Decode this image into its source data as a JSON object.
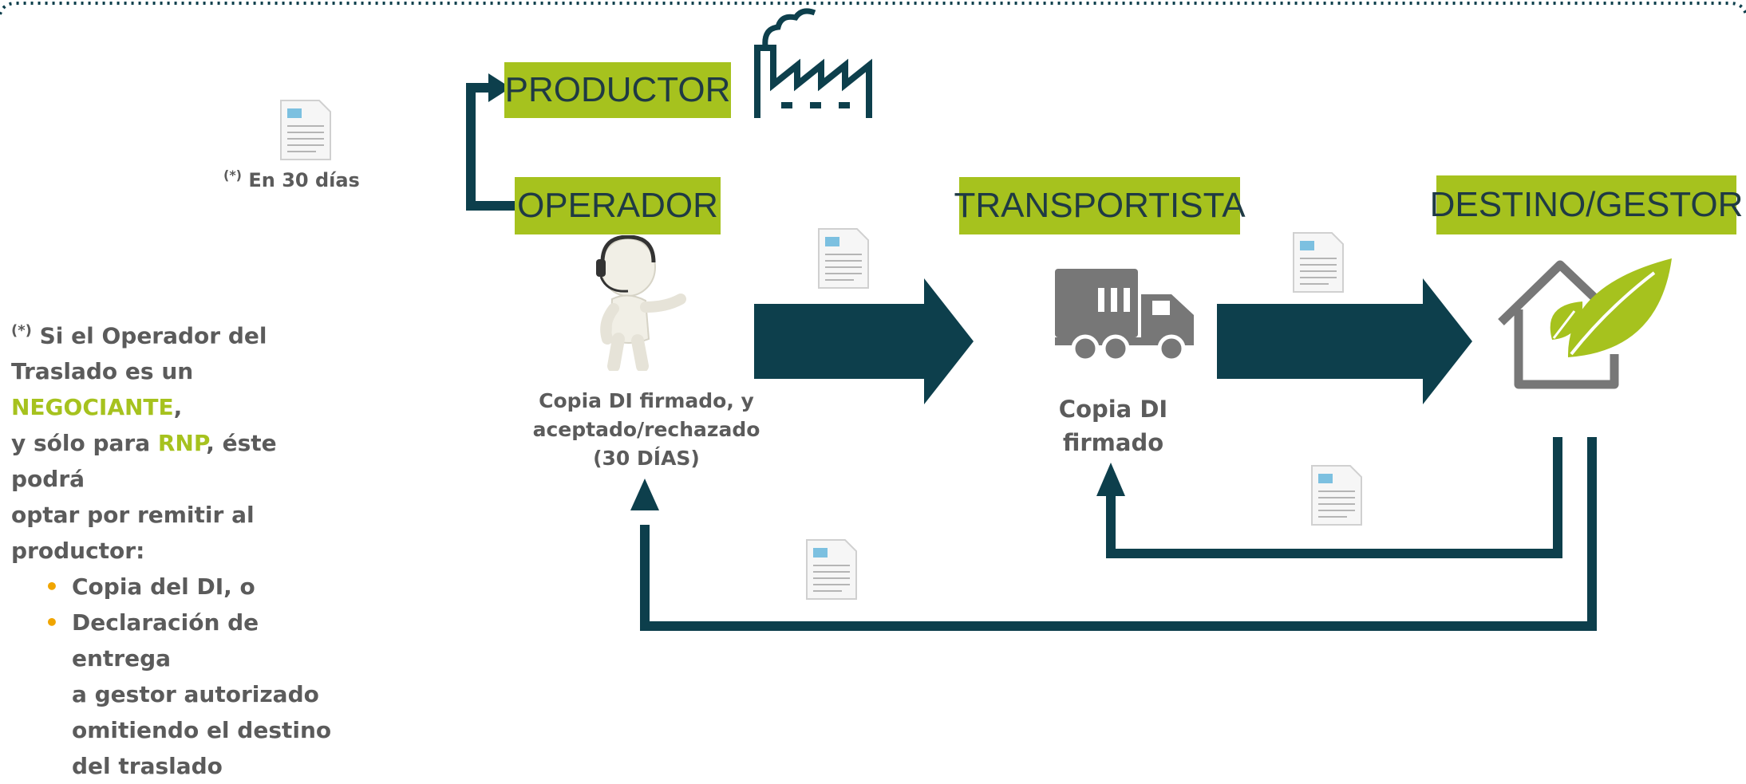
{
  "boxes": {
    "productor": "PRODUCTOR",
    "operador": "OPERADOR",
    "transportista": "TRANSPORTISTA",
    "destino": "DESTINO/GESTOR"
  },
  "labels": {
    "operador_copy_line1": "Copia DI firmado, y",
    "operador_copy_line2": "aceptado/rechazado",
    "operador_copy_line3": "(30 DÍAS)",
    "transport_copy_line1": "Copia DI",
    "transport_copy_line2": "firmado"
  },
  "deadline": {
    "marker": "(*)",
    "text": "En 30 días"
  },
  "note": {
    "marker": "(*)",
    "line1": "Si el Operador del",
    "line2_pre": "Traslado es un ",
    "line2_hl": "NEGOCIANTE",
    "line2_post": ",",
    "line3_pre": "y sólo para ",
    "line3_hl": "RNP",
    "line3_post": ", éste podrá",
    "line4": "optar por remitir al",
    "line5": "productor:",
    "bullets": [
      "Copia del DI, o",
      "Declaración de entrega",
      "a gestor autorizado",
      "omitiendo el destino",
      "del traslado"
    ]
  },
  "colors": {
    "box_fill": "#a6c21e",
    "arrow": "#0d3f4c",
    "text_gray": "#5b5b5b",
    "bullet": "#f0a500",
    "icon_gray": "#777777"
  },
  "icons": [
    "factory-icon",
    "document-icon",
    "operator-person-icon",
    "truck-icon",
    "eco-house-icon"
  ]
}
